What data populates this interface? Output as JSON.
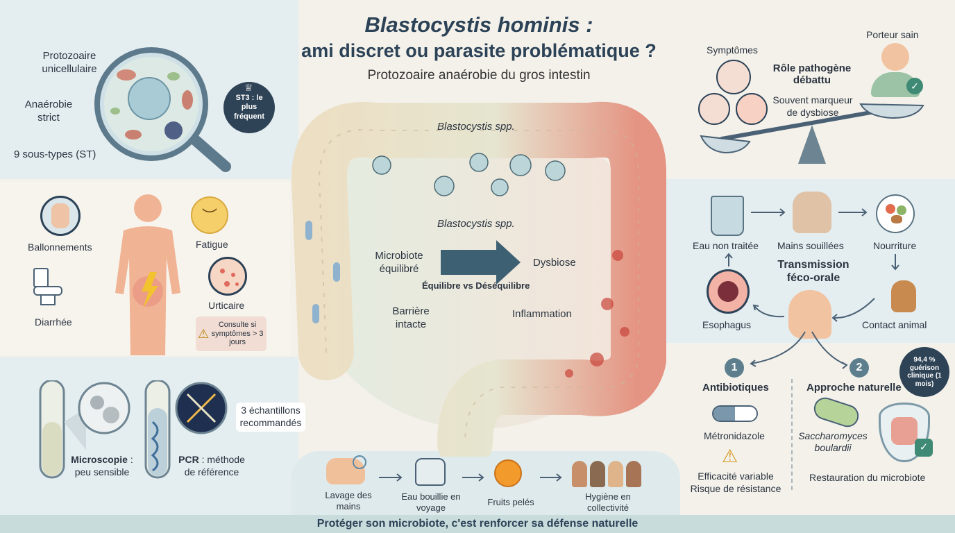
{
  "header": {
    "title_line1": "Blastocystis hominis :",
    "title_line2": "ami discret ou parasite problématique ?",
    "subtitle": "Protozoaire anaérobie du gros intestin"
  },
  "cell_panel": {
    "protozoaire": "Protozoaire unicellulaire",
    "anaerobie": "Anaérobie strict",
    "soustypes": "9 sous-types (ST)",
    "badge": "ST3 : le plus fréquent"
  },
  "symptoms_panel": {
    "ballonnements": "Ballonnements",
    "fatigue": "Fatigue",
    "diarrhee": "Diarrhée",
    "urticaire": "Urticaire",
    "warning": "Consulte si symptômes > 3 jours"
  },
  "diagnosis_panel": {
    "samples": "3 échantillons recommandés",
    "microscopie_bold": "Microscopie",
    "microscopie_rest": " : peu sensible",
    "pcr_bold": "PCR",
    "pcr_rest": " : méthode de référence"
  },
  "colon": {
    "blasto_top": "Blastocystis spp.",
    "blasto_mid": "Blastocystis spp.",
    "microbiote": "Microbiote équilibré",
    "barriere": "Barrière intacte",
    "dysbiose": "Dysbiose",
    "inflammation": "Inflammation",
    "balance": "Équilibre vs Déséquilibre"
  },
  "role_panel": {
    "symptomes": "Symptômes",
    "porteur": "Porteur sain",
    "title": "Rôle pathogène débattu",
    "note": "Souvent marqueur de dysbiose"
  },
  "transmission_panel": {
    "eau": "Eau non traitée",
    "mains": "Mains souillées",
    "nourriture": "Nourriture",
    "title": "Transmission féco-orale",
    "esophagus": "Esophagus",
    "contact": "Contact animal"
  },
  "treatment_panel": {
    "num1": "1",
    "num2": "2",
    "antibiotiques": "Antibiotiques",
    "naturelle": "Approche naturelle",
    "badge": "94,4 % guérison clinique (1 mois)",
    "metronidazole": "Métronidazole",
    "saccharomyces": "Saccharomyces boulardii",
    "efficacite": "Efficacité variable",
    "risque": "Risque de résistance",
    "restauration": "Restauration du microbiote"
  },
  "prevention_panel": {
    "lavage": "Lavage des mains",
    "eau_bouillie": "Eau bouillie en voyage",
    "fruits": "Fruits pelés",
    "hygiene": "Hygiène en collectivité"
  },
  "footer": {
    "text": "Protéger son microbiote, c'est renforcer sa défense naturelle"
  },
  "colors": {
    "navy": "#2c4257",
    "panel_blue": "#e3ecef",
    "healthy_green": "#dfe9df",
    "inflamed_red": "#e07a6a",
    "accent_teal": "#4c8d95"
  }
}
